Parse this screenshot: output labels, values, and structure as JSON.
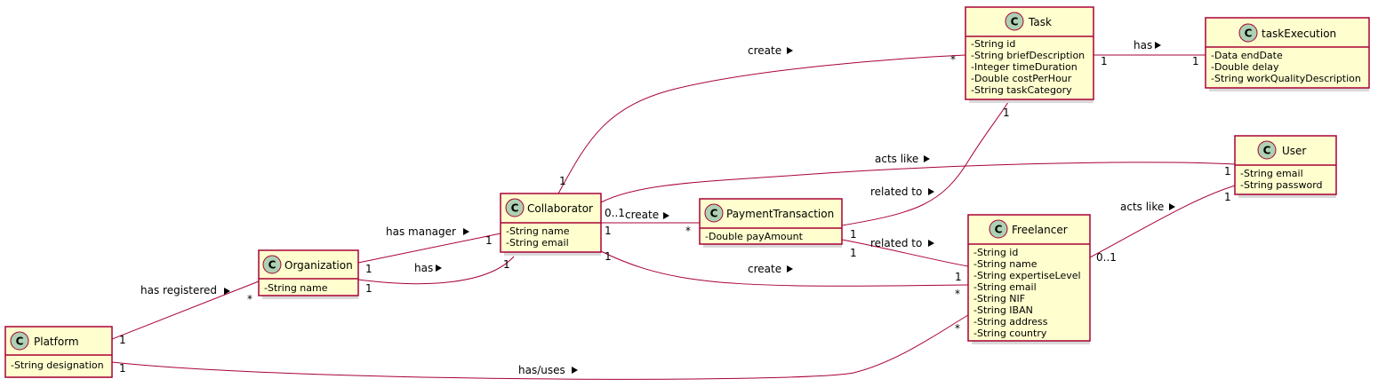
{
  "diagram": {
    "classes": [
      {
        "id": "platform",
        "name": "Platform",
        "badge": "C",
        "attributes": [
          "-String designation"
        ]
      },
      {
        "id": "organization",
        "name": "Organization",
        "badge": "C",
        "attributes": [
          "-String name"
        ]
      },
      {
        "id": "collaborator",
        "name": "Collaborator",
        "badge": "C",
        "attributes": [
          "-String name",
          "-String email"
        ]
      },
      {
        "id": "payment",
        "name": "PaymentTransaction",
        "badge": "C",
        "attributes": [
          "-Double payAmount"
        ]
      },
      {
        "id": "task",
        "name": "Task",
        "badge": "C",
        "attributes": [
          "-String id",
          "-String briefDescription",
          "-Integer timeDuration",
          "-Double costPerHour",
          "-String taskCategory"
        ]
      },
      {
        "id": "taskexec",
        "name": "taskExecution",
        "badge": "C",
        "attributes": [
          "-Data endDate",
          "-Double delay",
          "-String workQualityDescription"
        ]
      },
      {
        "id": "user",
        "name": "User",
        "badge": "C",
        "attributes": [
          "-String email",
          "-String password"
        ]
      },
      {
        "id": "freelancer",
        "name": "Freelancer",
        "badge": "C",
        "attributes": [
          "-String id",
          "-String name",
          "-String expertiseLevel",
          "-String email",
          "-String NIF",
          "-String IBAN",
          "-String address",
          "-String country"
        ]
      }
    ],
    "relations": [
      {
        "id": "plat-org",
        "label": "has registered",
        "source_mult": "1",
        "target_mult": "*"
      },
      {
        "id": "plat-free",
        "label": "has/uses",
        "source_mult": "1",
        "target_mult": "*"
      },
      {
        "id": "org-collab-manager",
        "label": "has manager",
        "source_mult": "1",
        "target_mult": "1"
      },
      {
        "id": "org-collab-has",
        "label": "has",
        "source_mult": "1",
        "target_mult": "1"
      },
      {
        "id": "collab-task",
        "label": "create",
        "source_mult": "1",
        "target_mult": "*"
      },
      {
        "id": "collab-user",
        "label": "acts like",
        "source_mult": "0..1",
        "target_mult": "1"
      },
      {
        "id": "collab-payment",
        "label": "create",
        "source_mult": "1",
        "target_mult": "*"
      },
      {
        "id": "collab-free",
        "label": "create",
        "source_mult": "1",
        "target_mult": "*"
      },
      {
        "id": "payment-task",
        "label": "related to",
        "source_mult": "1",
        "target_mult": "1"
      },
      {
        "id": "payment-free",
        "label": "related to",
        "source_mult": "1",
        "target_mult": "1"
      },
      {
        "id": "task-taskexec",
        "label": "has",
        "source_mult": "1",
        "target_mult": "1"
      },
      {
        "id": "free-user",
        "label": "acts like",
        "source_mult": "0..1",
        "target_mult": "1"
      }
    ]
  }
}
